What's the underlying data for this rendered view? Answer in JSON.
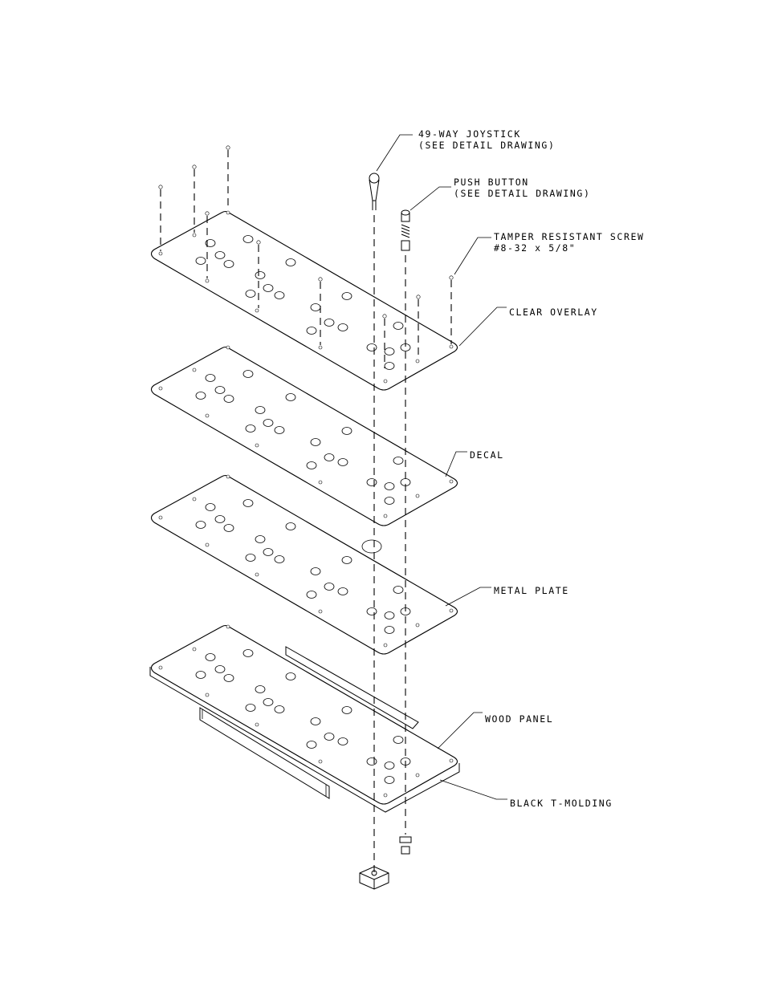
{
  "labels": {
    "joystick_line1": "49-WAY JOYSTICK",
    "joystick_line2": "(SEE DETAIL DRAWING)",
    "pushbutton_line1": "PUSH BUTTON",
    "pushbutton_line2": "(SEE DETAIL DRAWING)",
    "screw_line1": "TAMPER RESISTANT SCREW",
    "screw_line2": "#8-32 x 5/8\"",
    "clear_overlay": "CLEAR OVERLAY",
    "decal": "DECAL",
    "metal_plate": "METAL PLATE",
    "wood_panel": "WOOD PANEL",
    "black_t_molding": "BLACK T-MOLDING"
  }
}
